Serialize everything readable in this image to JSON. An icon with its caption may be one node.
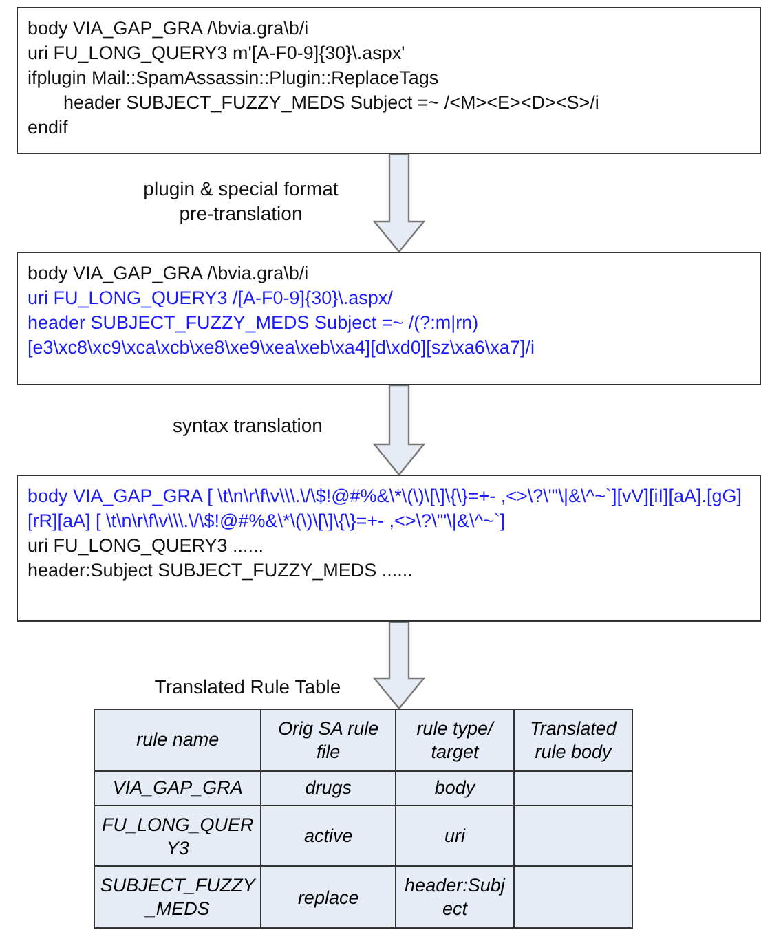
{
  "diagram": {
    "nodes": [
      {
        "text": [
          "body VIA_GAP_GRA /\\bvia.gra\\b/i",
          "uri FU_LONG_QUERY3 m'[A-F0-9]{30}\\.aspx'",
          "ifplugin Mail::SpamAssassin::Plugin::ReplaceTags",
          "header SUBJECT_FUZZY_MEDS Subject =~ /<M><E><D><S>/i",
          "endif"
        ]
      },
      {
        "text": [
          "body VIA_GAP_GRA /\\bvia.gra\\b/i",
          "uri FU_LONG_QUERY3 /[A-F0-9]{30}\\.aspx/",
          "header SUBJECT_FUZZY_MEDS Subject =~ /(?:m|rn)[e3\\xc8\\xc9\\xca\\xcb\\xe8\\xe9\\xea\\xeb\\xa4][d\\xd0][sz\\xa6\\xa7]/i"
        ]
      },
      {
        "text": [
          "body VIA_GAP_GRA [ \\t\\n\\r\\f\\v\\\\\\.\\/\\$!@#%&\\*\\(\\)\\[\\]\\{\\}=+- ,<>\\?\\\"'\\|&\\^~`][vV][iI][aA].[gG][rR][aA] [ \\t\\n\\r\\f\\v\\\\\\.\\/\\$!@#%&\\*\\(\\)\\[\\]\\{\\}=+- ,<>\\?\\\"'\\|&\\^~`]",
          "uri FU_LONG_QUERY3 ......",
          "header:Subject SUBJECT_FUZZY_MEDS ......"
        ]
      },
      {
        "text": [],
        "shape": "box"
      }
    ],
    "edges": [
      {
        "from": 0,
        "to": 1,
        "arrow": "to",
        "label": "plugin & special format pre-translation"
      },
      {
        "from": 1,
        "to": 2,
        "arrow": "to",
        "label": "syntax translation"
      },
      {
        "from": 2,
        "to": 3,
        "arrow": "to",
        "label": "Translated Rule Table"
      }
    ],
    "labels": [
      "rule name",
      "Orig SA rule file",
      "rule type/ target",
      "Translated rule body",
      "VIA_GAP_GRA",
      "drugs",
      "body",
      "FU_LONG_QUERY3",
      "active",
      "uri",
      "SUBJECT_FUZZY_MEDS",
      "replace",
      "header:Subject"
    ]
  }
}
